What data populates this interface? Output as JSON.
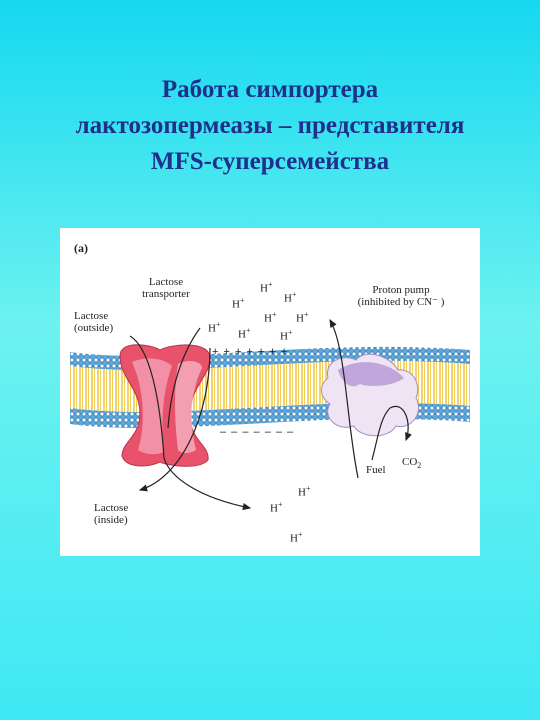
{
  "slide": {
    "title_lines": [
      "Работа симпортера",
      "лактозопермеазы – представителя",
      "MFS-суперсемейства"
    ]
  },
  "figure": {
    "panel_label": "(a)",
    "lactose_transporter": [
      "Lactose",
      "transporter"
    ],
    "lactose_outside": [
      "Lactose",
      "(outside)"
    ],
    "lactose_inside": [
      "Lactose",
      "(inside)"
    ],
    "proton_pump": [
      "Proton pump",
      "(inhibited by CN⁻ )"
    ],
    "fuel": "Fuel",
    "co2": {
      "base": "CO",
      "sub": "2"
    },
    "proton_symbol": "H",
    "proton_charge": "+",
    "plus_charges": "+ + + + + + +",
    "minus_charges": "– – – – – – –",
    "membrane_colors": {
      "head_blue": "#5aa8dc",
      "tail_yellow": "#e9c23a",
      "transporter_red": "#e8536b",
      "pump_purple": "#d6c6e8"
    }
  }
}
